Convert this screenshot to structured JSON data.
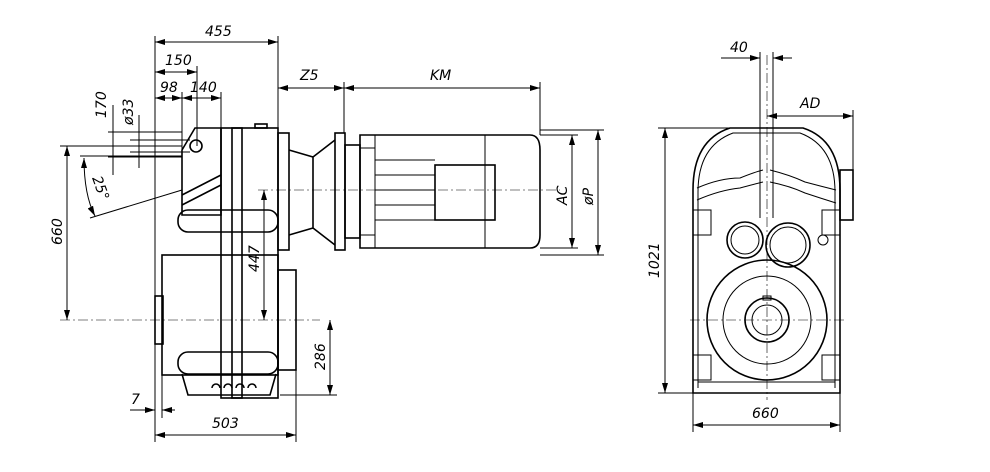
{
  "side_view": {
    "dims": {
      "d455": "455",
      "d150": "150",
      "d98": "98",
      "d140": "140",
      "dZ5": "Z5",
      "dKM": "KM",
      "d170": "170",
      "d33": "ø33",
      "d25": "25°",
      "d660": "660",
      "d447": "447",
      "dAC": "AC",
      "dP": "øP",
      "d286": "286",
      "d7": "7",
      "d503": "503"
    }
  },
  "end_view": {
    "dims": {
      "d40": "40",
      "dAD": "AD",
      "d1021": "1021",
      "d660": "660"
    }
  }
}
